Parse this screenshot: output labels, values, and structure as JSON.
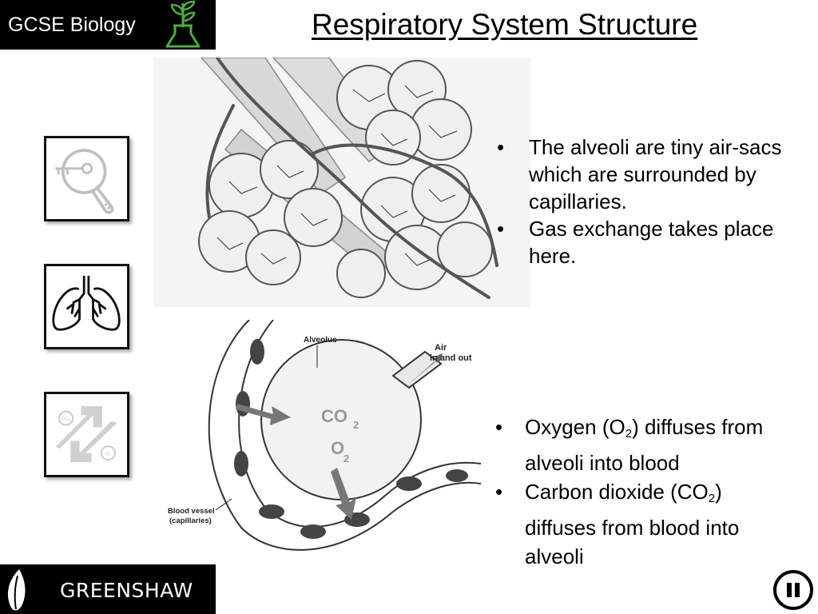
{
  "header": {
    "badge_label": "GCSE Biology",
    "title": "Respiratory System Structure"
  },
  "icons": [
    "search-key-icon",
    "lungs-icon",
    "gas-exchange-icon"
  ],
  "diagram_labels": {
    "alveolus": "Alveolus",
    "air": "Air",
    "in_and_out": "in and out",
    "co2": "CO",
    "co2_sub": "2",
    "o2": "O",
    "o2_sub": "2",
    "blood_vessel": "Blood vessel",
    "capillaries": "(capillaries)",
    "co2_small": "CO₂",
    "o2_small": "O₂"
  },
  "bullets_top": [
    "The alveoli are tiny air-sacs which are surrounded by capillaries.",
    "Gas exchange takes place here."
  ],
  "bullets_bottom": {
    "item1": {
      "pre": "Oxygen (O",
      "sub": "2",
      "post": ") diffuses from alveoli into blood"
    },
    "item2": {
      "pre": "Carbon dioxide (CO",
      "sub": "2",
      "post": ") diffuses from blood into alveoli"
    }
  },
  "footer": {
    "label": "GREENSHAW"
  },
  "colors": {
    "badge_bg": "#000000",
    "plant_green": "#4caf3c",
    "text": "#000000"
  }
}
